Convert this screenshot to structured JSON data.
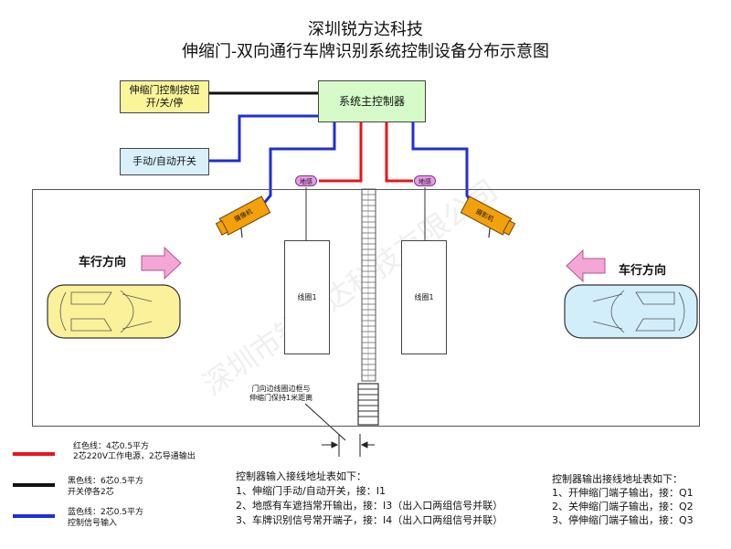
{
  "title": {
    "line1": "深圳锐方达科技",
    "line2": "伸缩门-双向通行车牌识别系统控制设备分布示意图"
  },
  "boxes": {
    "button": "伸缩门控制按钮\n开/关/停",
    "switch": "手动/自动开关",
    "controller": "系统主控制器"
  },
  "sensors": {
    "left": "地感",
    "right": "地感"
  },
  "cameras": {
    "left": "摄像机",
    "right": "摄影机"
  },
  "coils": {
    "left": "线圈1",
    "right": "线圈1"
  },
  "directions": {
    "left": "车行方向",
    "right": "车行方向"
  },
  "gate_note": "门向边线圈边框与\n伸缩门保持1米距离",
  "legend": {
    "red": {
      "title": "红色线：4芯0.5平方",
      "desc": "2芯220V工作电源，2芯导通输出",
      "color": "#e8141c"
    },
    "black": {
      "title": "黑色线：6芯0.5平方",
      "desc": "开关停各2芯",
      "color": "#111111"
    },
    "blue": {
      "title": "蓝色线：2芯0.5平方",
      "desc": "控制信号输入",
      "color": "#1e2fd6"
    }
  },
  "inputs": {
    "heading": "控制器输入接线地址表如下：",
    "items": [
      "1、伸缩门手动/自动开关，接：I1",
      "2、地感有车遮挡常开输出，接：I3（出入口两组信号并联）",
      "3、车牌识别信号常开端子，接：I4（出入口两组信号并联）"
    ]
  },
  "outputs": {
    "heading": "控制器输出接线地址表如下：",
    "items": [
      "1、开伸缩门端子输出，接：Q1",
      "2、关伸缩门端子输出，接：Q2",
      "3、停伸缩门端子输出，接：Q3"
    ]
  },
  "watermark": "深圳市锐方达科技有限公司",
  "colors": {
    "box_yellow": "#fbf59a",
    "box_blue": "#d9f0fb",
    "box_green": "#d6fbc8",
    "car_left": "#fbf19a",
    "car_right": "#d2eefb",
    "arrow": "#f4a6d6",
    "camera": "#f2a10d"
  }
}
